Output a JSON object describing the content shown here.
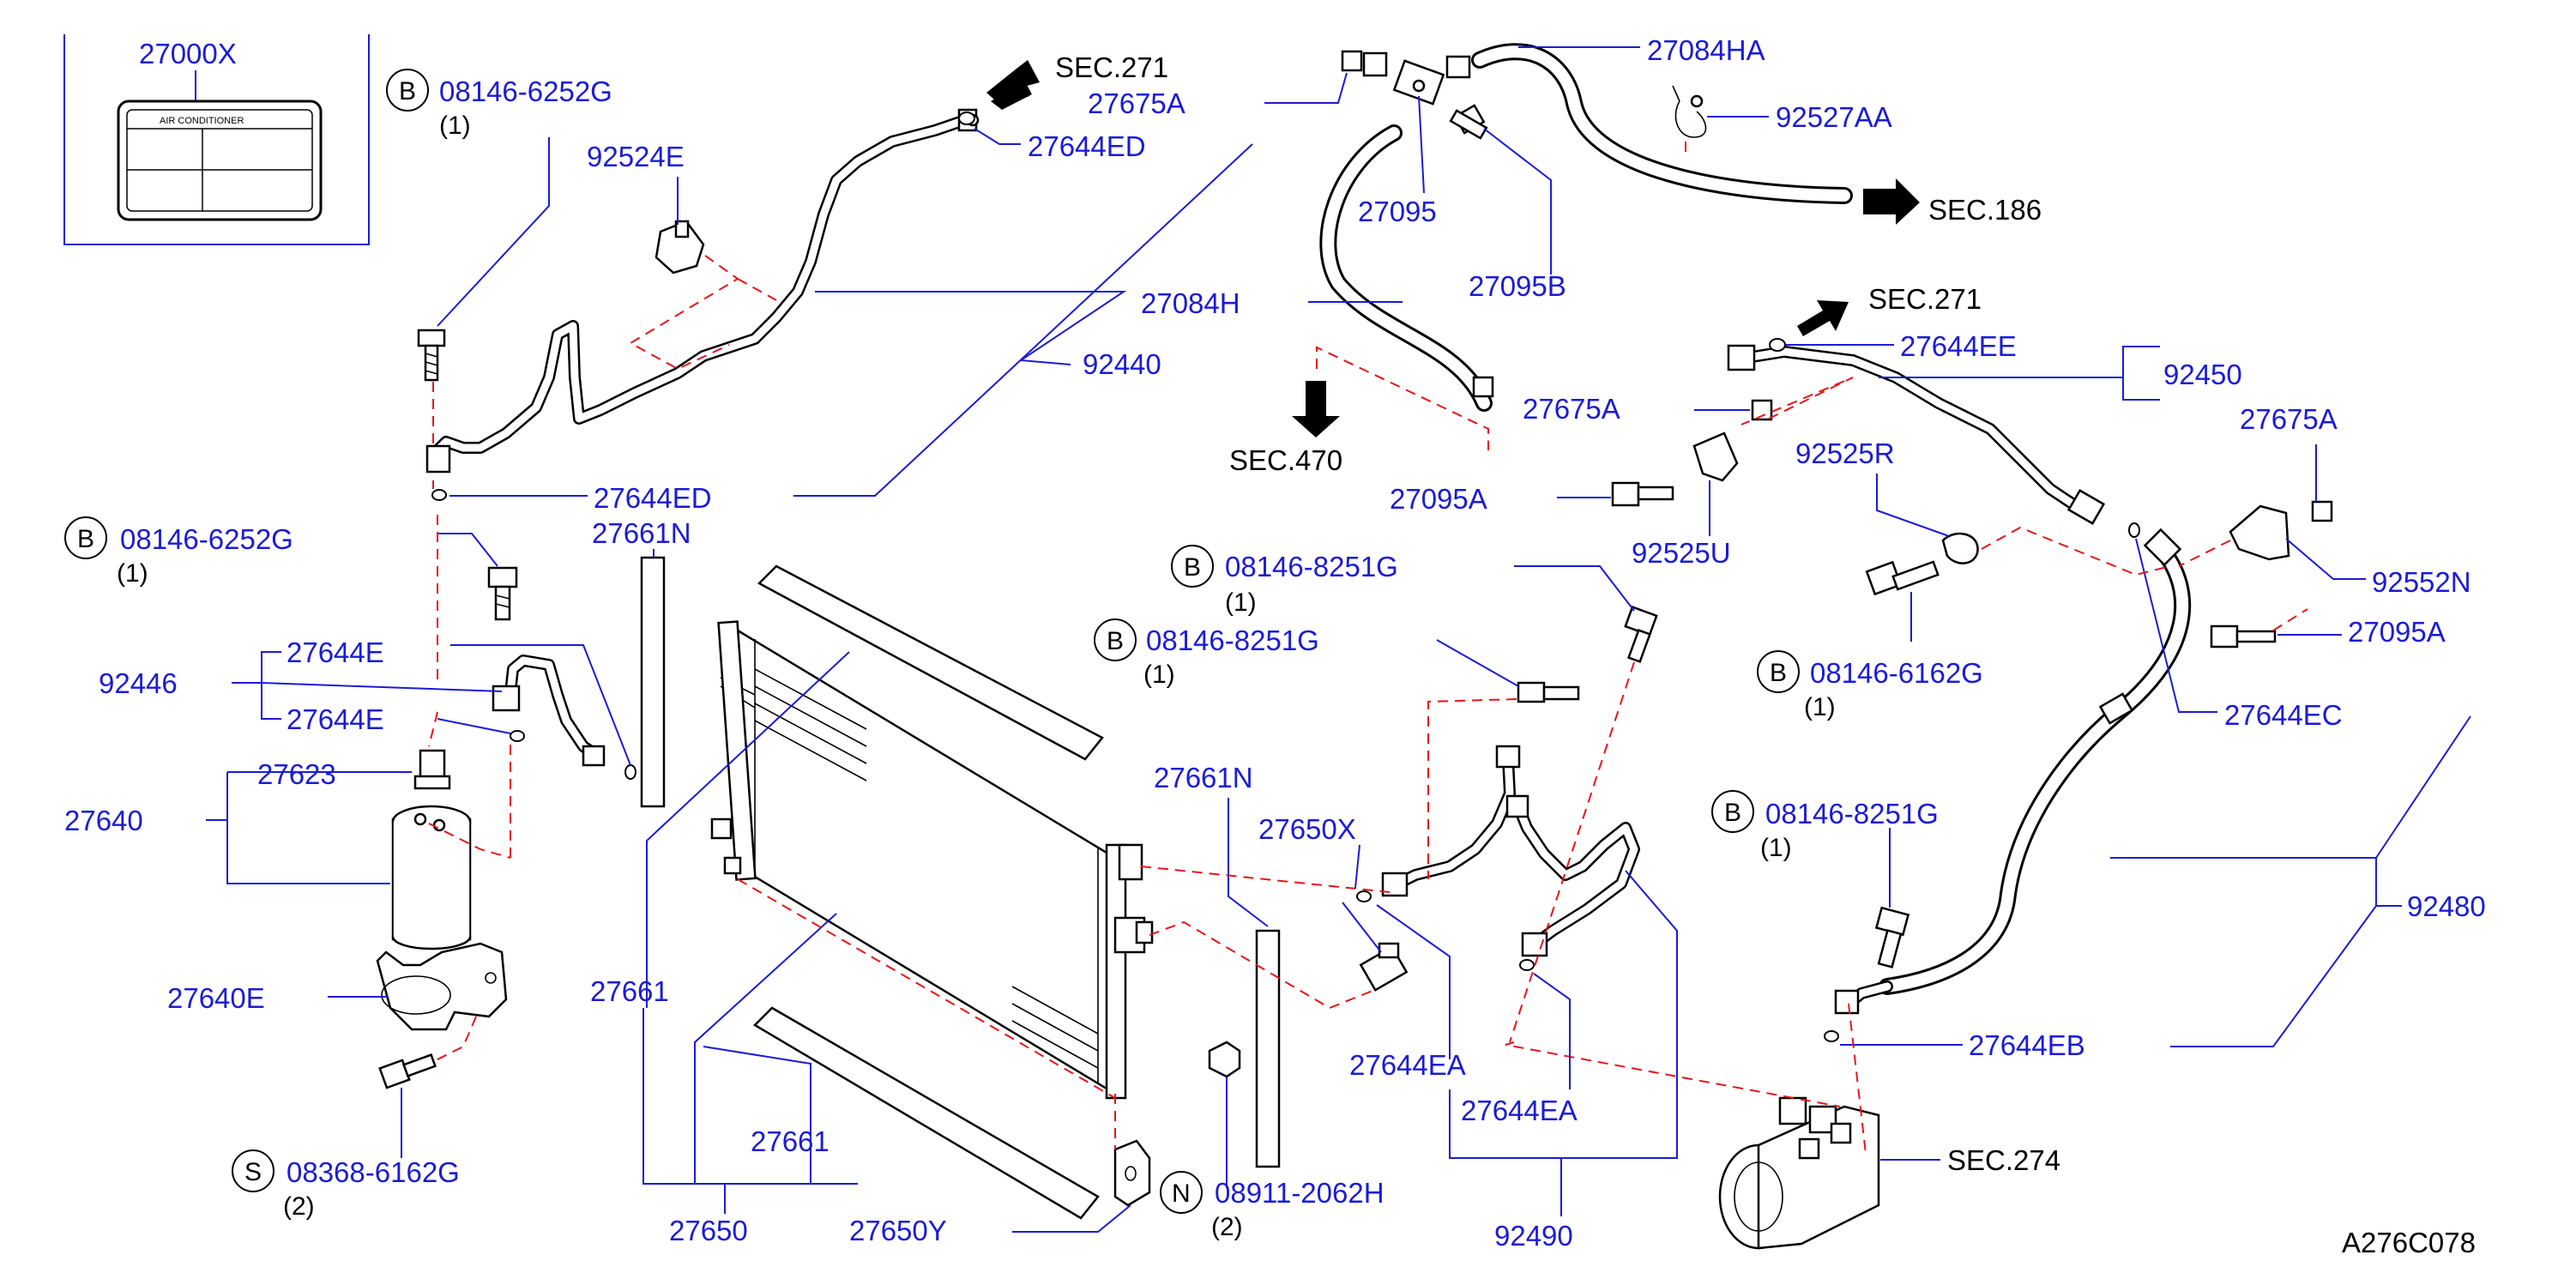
{
  "label_27000x": "27000X",
  "air_conditioner_label": "AIR    CONDITIONER",
  "sym_b": "B",
  "sym_s": "S",
  "sym_n": "N",
  "label_08146_6252g": "08146-6252G",
  "label_08146_8251g": "08146-8251G",
  "label_08146_6162g": "08146-6162G",
  "label_08368_6162g": "08368-6162G",
  "label_08911_2062h": "08911-2062H",
  "qty_1": "(1)",
  "qty_2": "(2)",
  "label_92524e": "92524E",
  "label_92440": "92440",
  "label_92446": "92446",
  "label_92450": "92450",
  "label_92480": "92480",
  "label_92490": "92490",
  "label_92525r": "92525R",
  "label_92525u": "92525U",
  "label_92527aa": "92527AA",
  "label_92552n": "92552N",
  "label_27644ed": "27644ED",
  "label_27644ee": "27644EE",
  "label_27644e": "27644E",
  "label_27644ec": "27644EC",
  "label_27644eb": "27644EB",
  "label_27644ea": "27644EA",
  "label_27661n": "27661N",
  "label_27661": "27661",
  "label_27650": "27650",
  "label_27650x": "27650X",
  "label_27650y": "27650Y",
  "label_27640": "27640",
  "label_27640e": "27640E",
  "label_27623": "27623",
  "label_27675a": "27675A",
  "label_27095": "27095",
  "label_27095a": "27095A",
  "label_27095b": "27095B",
  "label_27084h": "27084H",
  "label_27084ha": "27084HA",
  "sec_271": "SEC.271",
  "sec_186": "SEC.186",
  "sec_470": "SEC.470",
  "sec_274": "SEC.274",
  "drawing_number": "A276C078"
}
